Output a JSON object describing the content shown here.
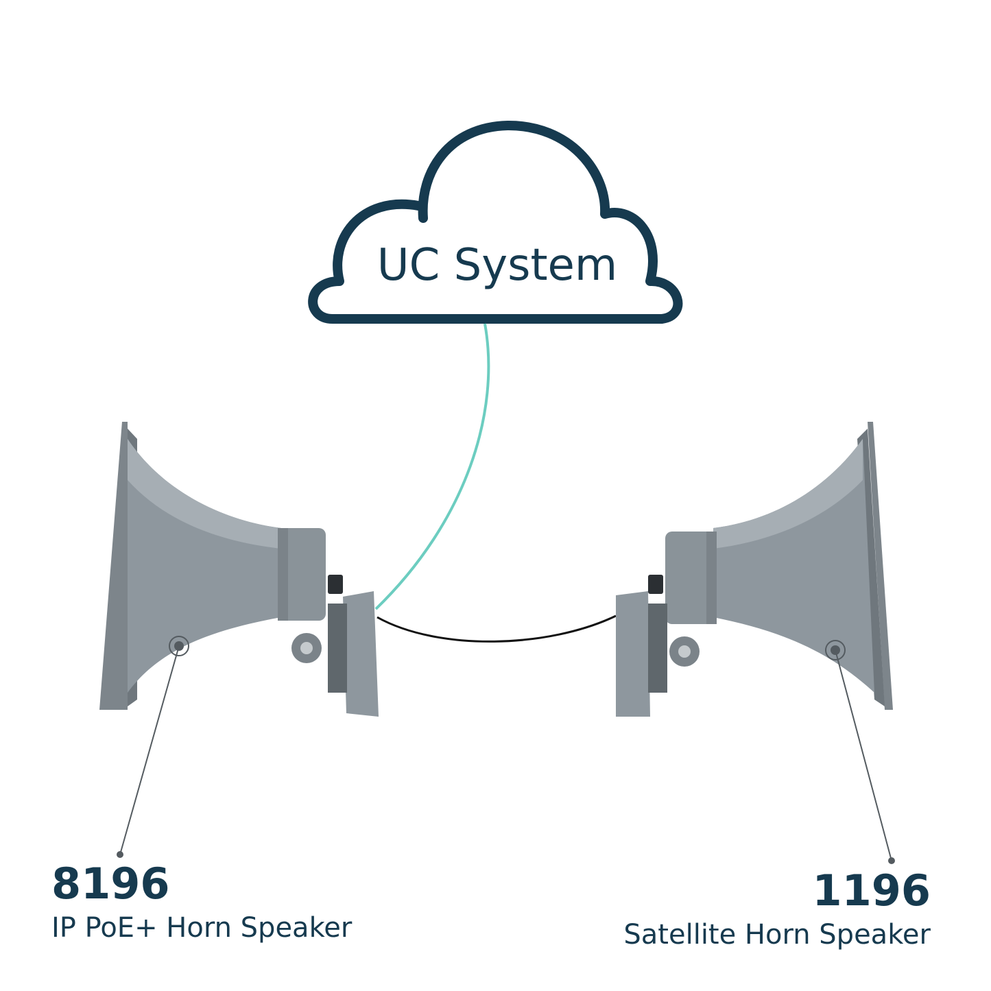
{
  "cloud": {
    "label": "UC System",
    "stroke_color": "#163a4f"
  },
  "connections": {
    "network_cable_color": "#6ccdc0",
    "speaker_cable_color": "#111111"
  },
  "speakers": [
    {
      "model": "8196",
      "description": "IP PoE+ Horn Speaker"
    },
    {
      "model": "1196",
      "description": "Satellite Horn Speaker"
    }
  ],
  "colors": {
    "text": "#163a4f",
    "speaker_body": "#8e979e",
    "speaker_shadow": "#6f777d",
    "speaker_highlight": "#a6aeb4"
  }
}
